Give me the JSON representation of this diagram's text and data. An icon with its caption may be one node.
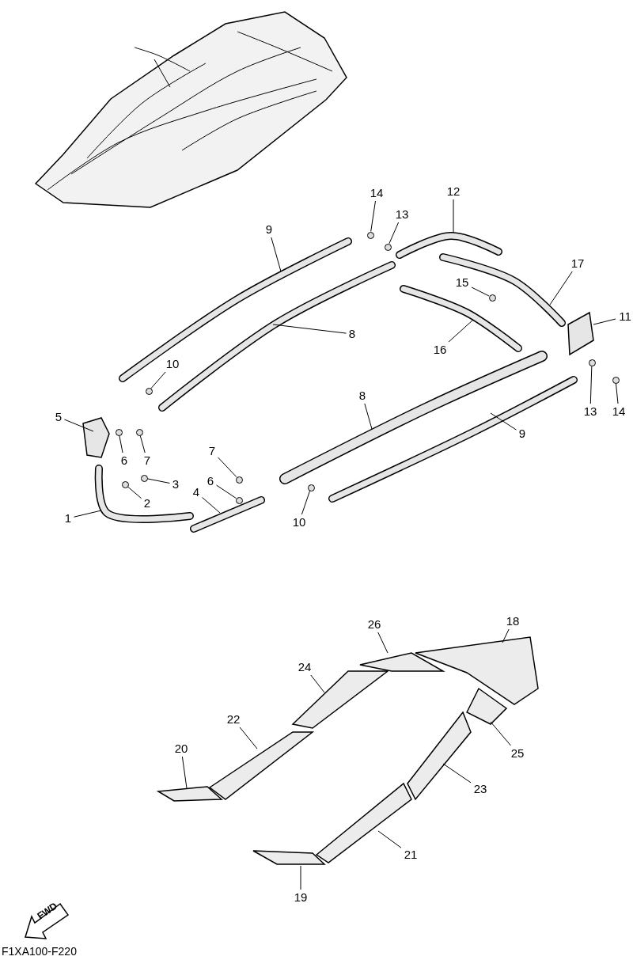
{
  "diagram": {
    "nodes": [
      {
        "text": [
          "14"
        ]
      },
      {
        "text": [
          "13"
        ]
      },
      {
        "text": [
          "12"
        ]
      },
      {
        "text": [
          "9"
        ]
      },
      {
        "text": [
          "17"
        ]
      },
      {
        "text": [
          "15"
        ]
      },
      {
        "text": [
          "11"
        ]
      },
      {
        "text": [
          "8"
        ]
      },
      {
        "text": [
          "16"
        ]
      },
      {
        "text": [
          "10"
        ]
      },
      {
        "text": [
          "13"
        ]
      },
      {
        "text": [
          "14"
        ]
      },
      {
        "text": [
          "5"
        ]
      },
      {
        "text": [
          "6"
        ]
      },
      {
        "text": [
          "7"
        ]
      },
      {
        "text": [
          "8"
        ]
      },
      {
        "text": [
          "9"
        ]
      },
      {
        "text": [
          "7"
        ]
      },
      {
        "text": [
          "6"
        ]
      },
      {
        "text": [
          "3"
        ]
      },
      {
        "text": [
          "2"
        ]
      },
      {
        "text": [
          "4"
        ]
      },
      {
        "text": [
          "1"
        ]
      },
      {
        "text": [
          "10"
        ]
      },
      {
        "text": [
          "26"
        ]
      },
      {
        "text": [
          "18"
        ]
      },
      {
        "text": [
          "24"
        ]
      },
      {
        "text": [
          "22"
        ]
      },
      {
        "text": [
          "25"
        ]
      },
      {
        "text": [
          "20"
        ]
      },
      {
        "text": [
          "23"
        ]
      },
      {
        "text": [
          "21"
        ]
      },
      {
        "text": [
          "19"
        ]
      },
      {
        "text": [
          "FWD"
        ]
      },
      {
        "text": [],
        "shape": "circle"
      },
      {
        "text": [],
        "shape": "circle"
      },
      {
        "text": [],
        "shape": "circle"
      },
      {
        "text": [],
        "shape": "circle"
      },
      {
        "text": [],
        "shape": "circle"
      },
      {
        "text": [],
        "shape": "circle"
      },
      {
        "text": [],
        "shape": "circle"
      },
      {
        "text": [],
        "shape": "circle"
      },
      {
        "text": [],
        "shape": "circle"
      },
      {
        "text": [],
        "shape": "circle"
      },
      {
        "text": [],
        "shape": "circle"
      },
      {
        "text": [],
        "shape": "circle"
      },
      {
        "text": [],
        "shape": "circle"
      }
    ],
    "edges": [
      {
        "from": 0,
        "to": 34,
        "arrow": "none"
      },
      {
        "from": 1,
        "to": 35,
        "arrow": "none"
      },
      {
        "from": 2,
        "to": null,
        "arrow": "none"
      },
      {
        "from": 3,
        "to": null,
        "arrow": "none"
      },
      {
        "from": 4,
        "to": null,
        "arrow": "none"
      },
      {
        "from": 5,
        "to": 36,
        "arrow": "none"
      },
      {
        "from": 6,
        "to": null,
        "arrow": "none"
      },
      {
        "from": 7,
        "to": null,
        "arrow": "none"
      },
      {
        "from": 8,
        "to": null,
        "arrow": "none"
      },
      {
        "from": 9,
        "to": 37,
        "arrow": "none"
      },
      {
        "from": 10,
        "to": 38,
        "arrow": "none"
      },
      {
        "from": 11,
        "to": 39,
        "arrow": "none"
      },
      {
        "from": 12,
        "to": null,
        "arrow": "none"
      },
      {
        "from": 13,
        "to": 40,
        "arrow": "none"
      },
      {
        "from": 14,
        "to": 41,
        "arrow": "none"
      },
      {
        "from": 15,
        "to": null,
        "arrow": "none"
      },
      {
        "from": 16,
        "to": null,
        "arrow": "none"
      },
      {
        "from": 17,
        "to": 42,
        "arrow": "none"
      },
      {
        "from": 18,
        "to": 43,
        "arrow": "none"
      },
      {
        "from": 19,
        "to": 44,
        "arrow": "none"
      },
      {
        "from": 20,
        "to": 45,
        "arrow": "none"
      },
      {
        "from": 21,
        "to": null,
        "arrow": "none"
      },
      {
        "from": 22,
        "to": null,
        "arrow": "none"
      },
      {
        "from": 23,
        "to": 46,
        "arrow": "none"
      },
      {
        "from": 24,
        "to": null,
        "arrow": "none"
      },
      {
        "from": 25,
        "to": null,
        "arrow": "none"
      },
      {
        "from": 26,
        "to": null,
        "arrow": "none"
      },
      {
        "from": 27,
        "to": null,
        "arrow": "none"
      },
      {
        "from": 28,
        "to": null,
        "arrow": "none"
      },
      {
        "from": 29,
        "to": null,
        "arrow": "none"
      },
      {
        "from": 30,
        "to": null,
        "arrow": "none"
      },
      {
        "from": 31,
        "to": null,
        "arrow": "none"
      },
      {
        "from": 32,
        "to": null,
        "arrow": "none"
      }
    ],
    "labels": [
      "F1XA100-F220"
    ]
  }
}
